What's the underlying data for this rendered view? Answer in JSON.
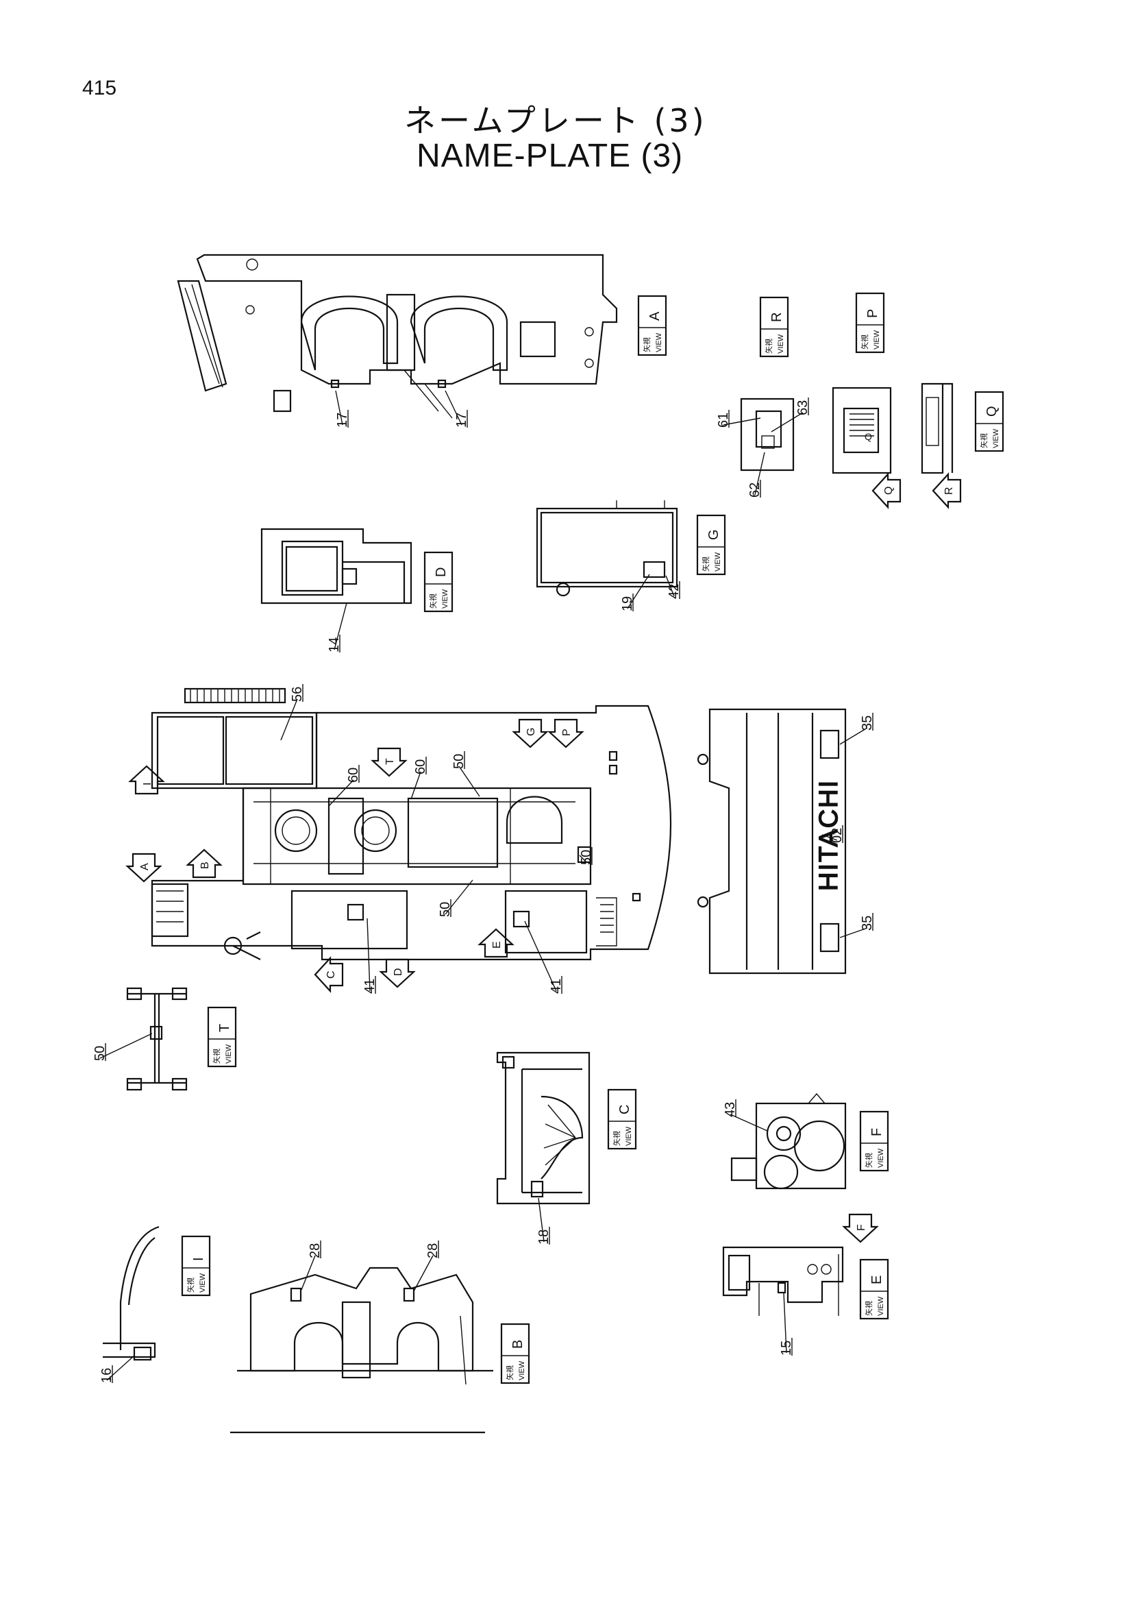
{
  "page_number": "415",
  "title_jp": "ネームプレート (3)",
  "title_en": "NAME-PLATE (3)",
  "view_word": "VIEW",
  "view_kanji": "矢視",
  "brand_text": "HITACHI",
  "views": [
    "A",
    "R",
    "P",
    "Q",
    "D",
    "G",
    "T",
    "C",
    "F",
    "I",
    "B",
    "E"
  ],
  "part_callouts": [
    "17",
    "17",
    "61",
    "63",
    "62",
    "14",
    "19",
    "42",
    "56",
    "60",
    "60",
    "50",
    "50",
    "50",
    "41",
    "41",
    "35",
    "02",
    "35",
    "50",
    "43",
    "18",
    "28",
    "28",
    "16",
    "15"
  ],
  "direction_arrows": [
    "Q",
    "R",
    "I",
    "A",
    "B",
    "T",
    "G",
    "P",
    "C",
    "D",
    "E",
    "F"
  ],
  "internal_marks": [
    "Q"
  ]
}
